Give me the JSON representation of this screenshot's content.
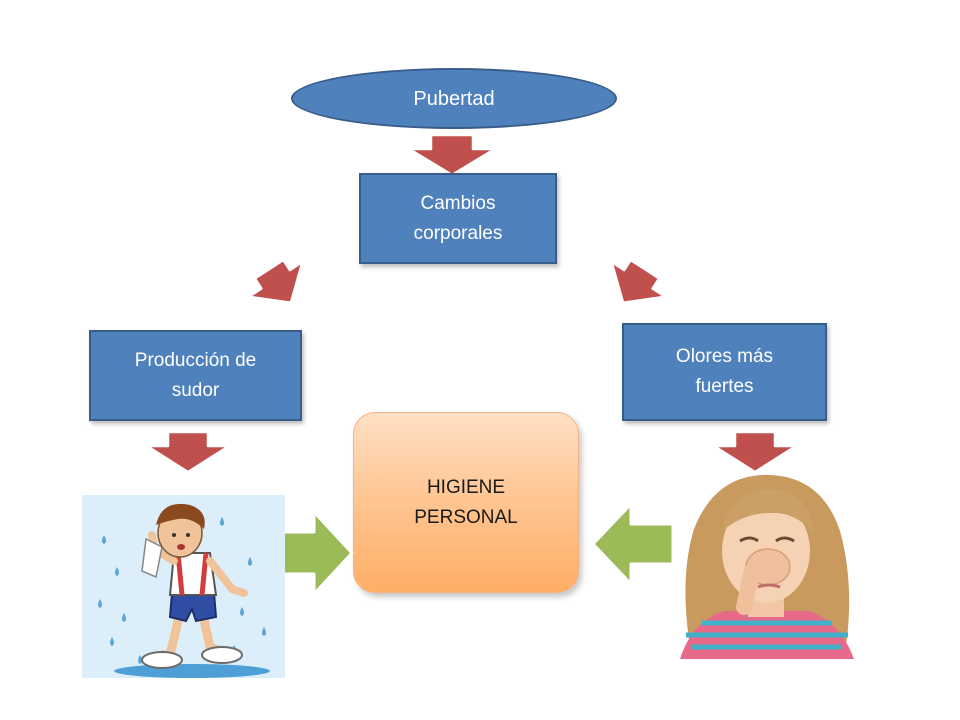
{
  "nodes": {
    "pubertad": "Pubertad",
    "cambios": "Cambios corporales",
    "produccion": "Producción de sudor",
    "olores": "Olores más fuertes",
    "higiene": "HIGIENE PERSONAL"
  },
  "colors": {
    "node_fill": "#4f81bd",
    "node_border": "#385d8a",
    "arrow_red": "#c0504d",
    "arrow_green": "#9bbb59",
    "center_fill": "#ffc28c"
  },
  "icons": {
    "sweating": "sweating-runner-illustration",
    "smell": "girl-holding-nose-photo"
  }
}
